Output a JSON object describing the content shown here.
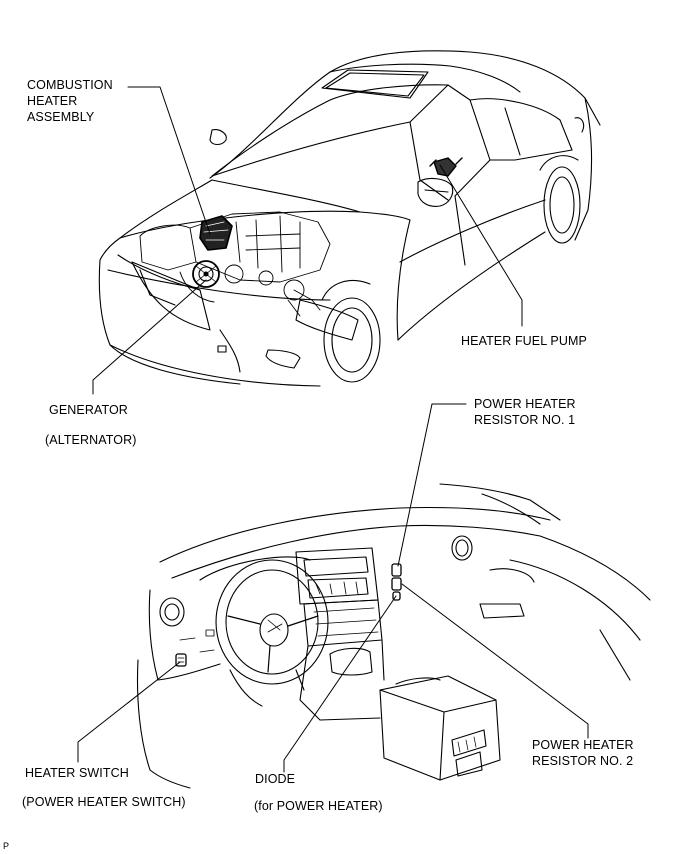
{
  "labels": {
    "combustion_heater": [
      "COMBUSTION",
      "HEATER",
      "ASSEMBLY"
    ],
    "heater_fuel_pump": "HEATER FUEL PUMP",
    "generator": "GENERATOR",
    "alternator": "(ALTERNATOR)",
    "power_heater_resistor_1": [
      "POWER HEATER",
      "RESISTOR NO. 1"
    ],
    "power_heater_resistor_2": [
      "POWER HEATER",
      "RESISTOR NO. 2"
    ],
    "heater_switch": "HEATER SWITCH",
    "power_heater_switch": "(POWER HEATER SWITCH)",
    "diode": "DIODE",
    "for_power_heater": "(for POWER HEATER)",
    "figure_code": "P"
  },
  "colors": {
    "line": "#000000",
    "background": "#ffffff"
  }
}
